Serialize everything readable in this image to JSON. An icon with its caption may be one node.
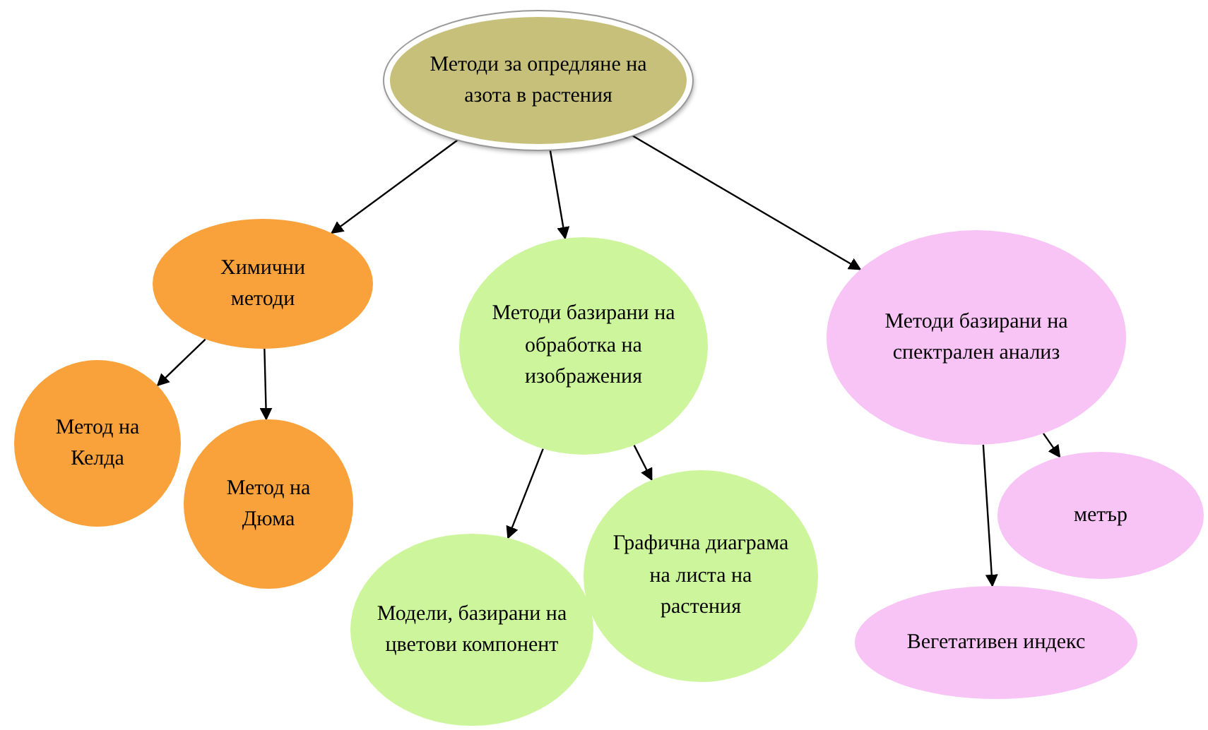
{
  "diagram": {
    "nodes": [
      {
        "text": [
          "Методи за опредляне на азота в растения"
        ]
      },
      {
        "text": [
          "Химични методи"
        ]
      },
      {
        "text": [
          "Метод на Келда"
        ]
      },
      {
        "text": [
          "Метод на Дюма"
        ]
      },
      {
        "text": [
          "Методи базирани на обработка на изображения"
        ]
      },
      {
        "text": [
          "Модели, базирани на цветови компонент"
        ]
      },
      {
        "text": [
          "Графична диаграма на листа на растения"
        ]
      },
      {
        "text": [
          "Методи базирани на спектрален анализ"
        ]
      },
      {
        "text": [
          "метър"
        ]
      },
      {
        "text": [
          "Вегетативен индекс"
        ]
      }
    ],
    "edges": [
      {
        "from": 0,
        "to": 1,
        "arrow": "to"
      },
      {
        "from": 0,
        "to": 4,
        "arrow": "to"
      },
      {
        "from": 0,
        "to": 7,
        "arrow": "to"
      },
      {
        "from": 1,
        "to": 2,
        "arrow": "to"
      },
      {
        "from": 1,
        "to": 3,
        "arrow": "to"
      },
      {
        "from": 4,
        "to": 5,
        "arrow": "to"
      },
      {
        "from": 4,
        "to": 6,
        "arrow": "to"
      },
      {
        "from": 7,
        "to": 9,
        "arrow": "to"
      },
      {
        "from": 7,
        "to": 8,
        "arrow": "to"
      }
    ]
  }
}
